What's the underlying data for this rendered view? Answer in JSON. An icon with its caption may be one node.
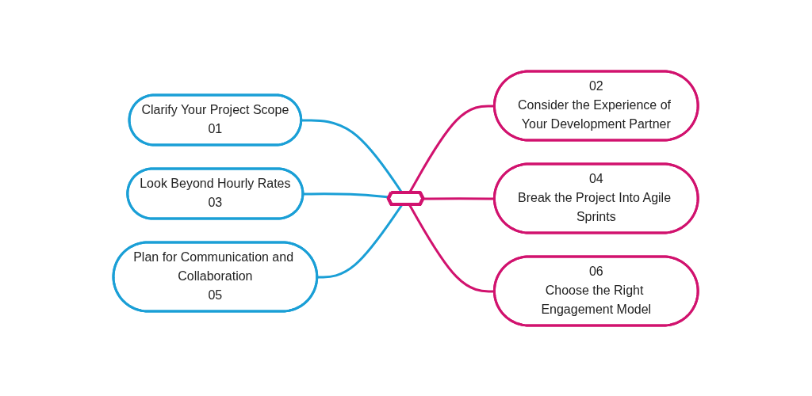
{
  "diagram": {
    "nodes": [
      {
        "text": [
          "Clarify Your Project Scope",
          "01"
        ]
      },
      {
        "text": [
          "02",
          "Consider the Experience of Your Development Partner"
        ]
      },
      {
        "text": [
          "Look Beyond Hourly Rates",
          "03"
        ]
      },
      {
        "text": [
          "04",
          "Break the Project Into Agile Sprints"
        ]
      },
      {
        "text": [
          "Plan for Communication and Collaboration",
          "05"
        ]
      },
      {
        "text": [
          "06",
          "Choose the Right Engagement Model"
        ]
      },
      {
        "text": [],
        "shape": "hexagon"
      }
    ],
    "edges": [
      {
        "from": 0,
        "to": 6,
        "arrow": "none",
        "color": "#1a9fd6"
      },
      {
        "from": 6,
        "to": 1,
        "arrow": "none",
        "color": "#d1126e"
      },
      {
        "from": 2,
        "to": 6,
        "arrow": "none",
        "color": "#1a9fd6"
      },
      {
        "from": 6,
        "to": 3,
        "arrow": "none",
        "color": "#d1126e"
      },
      {
        "from": 4,
        "to": 6,
        "arrow": "none",
        "color": "#1a9fd6"
      },
      {
        "from": 6,
        "to": 5,
        "arrow": "none",
        "color": "#d1126e"
      }
    ]
  }
}
